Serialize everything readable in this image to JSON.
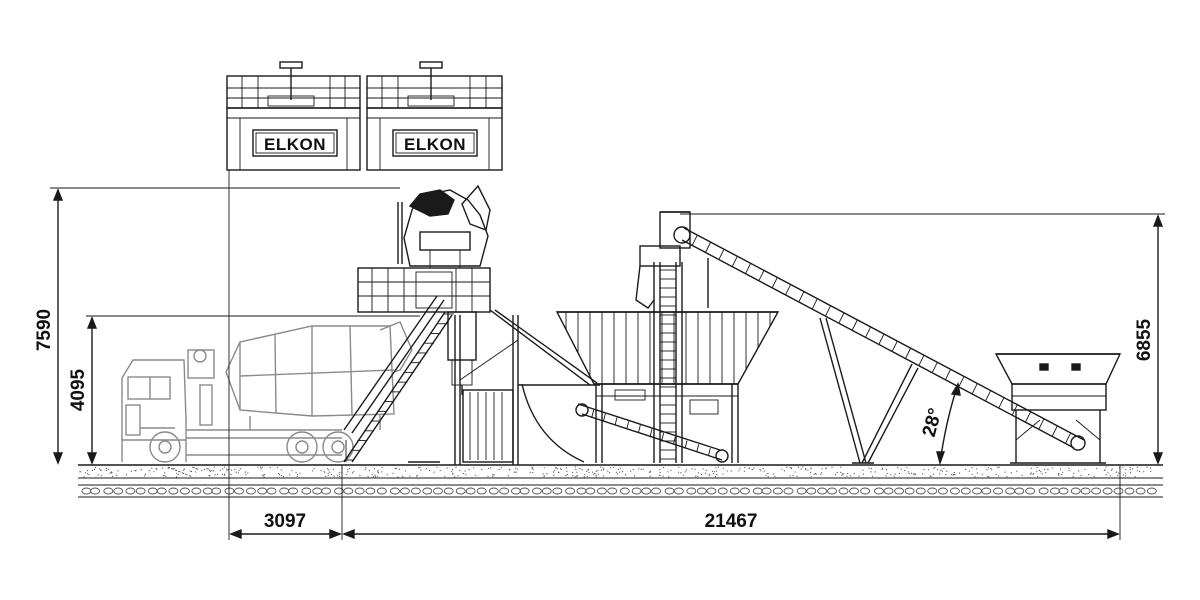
{
  "diagram": {
    "brand_logos": [
      "ELKON",
      "ELKON"
    ],
    "dimensions": {
      "overall_height": "7590",
      "truck_height": "4095",
      "conveyor_height": "6855",
      "truck_offset_length": "3097",
      "plant_length": "21467",
      "conveyor_angle": "28°"
    },
    "colors": {
      "line": "#1a1a1a",
      "truck": "#8a8a8a",
      "ground": "#555555",
      "background": "#ffffff"
    }
  }
}
